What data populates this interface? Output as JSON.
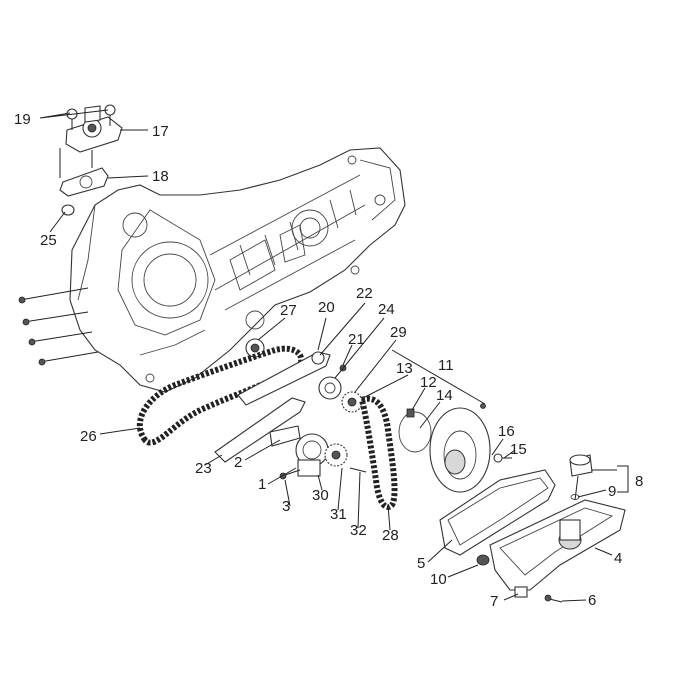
{
  "diagram": {
    "labels": {
      "l1": "1",
      "l2": "2",
      "l3": "3",
      "l4": "4",
      "l5": "5",
      "l6": "6",
      "l7": "7",
      "l8": "8",
      "l9": "9",
      "l10": "10",
      "l11": "11",
      "l12": "12",
      "l13": "13",
      "l14": "14",
      "l15": "15",
      "l16": "16",
      "l17": "17",
      "l18": "18",
      "l19": "19",
      "l20": "20",
      "l21": "21",
      "l22": "22",
      "l23": "23",
      "l24": "24",
      "l25": "25",
      "l26": "26",
      "l27": "27",
      "l28": "28",
      "l29": "29",
      "l30": "30",
      "l31": "31",
      "l32": "32"
    }
  }
}
